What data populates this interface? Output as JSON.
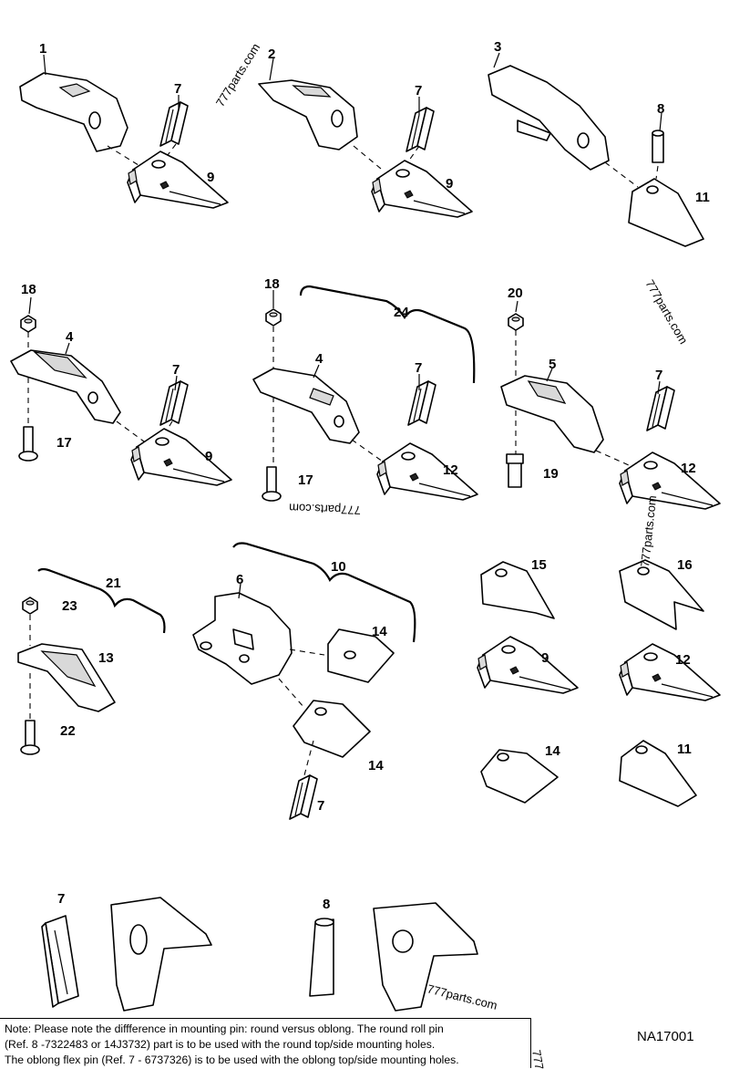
{
  "callouts": {
    "c1": "1",
    "c2": "2",
    "c3": "3",
    "c4a": "4",
    "c4b": "4",
    "c5": "5",
    "c6": "6",
    "c7a": "7",
    "c7b": "7",
    "c7c": "7",
    "c7d": "7",
    "c7e": "7",
    "c7f": "7",
    "c7g": "7",
    "c8a": "8",
    "c8b": "8",
    "c9a": "9",
    "c9b": "9",
    "c9c": "9",
    "c9d": "9",
    "c10": "10",
    "c11a": "11",
    "c11b": "11",
    "c12a": "12",
    "c12b": "12",
    "c12c": "12",
    "c13": "13",
    "c14a": "14",
    "c14b": "14",
    "c14c": "14",
    "c15": "15",
    "c16": "16",
    "c17a": "17",
    "c17b": "17",
    "c18a": "18",
    "c18b": "18",
    "c19": "19",
    "c20": "20",
    "c21": "21",
    "c22": "22",
    "c23": "23",
    "c24": "24"
  },
  "watermarks": {
    "w1": "777parts.com",
    "w2": "777parts.com",
    "w3": "777parts.com",
    "w4": "777parts.com",
    "w5": "777parts.com",
    "w6": "777"
  },
  "note": {
    "line1": "Note: Please note the diffference in mounting pin: round versus oblong. The round roll pin",
    "line2": "(Ref. 8 -7322483 or 14J3732) part is to be used with the round top/side mounting holes.",
    "line3": "The oblong flex pin (Ref. 7 - 6737326) is to be used with the oblong top/side mounting holes."
  },
  "drawing_id": "NA17001"
}
